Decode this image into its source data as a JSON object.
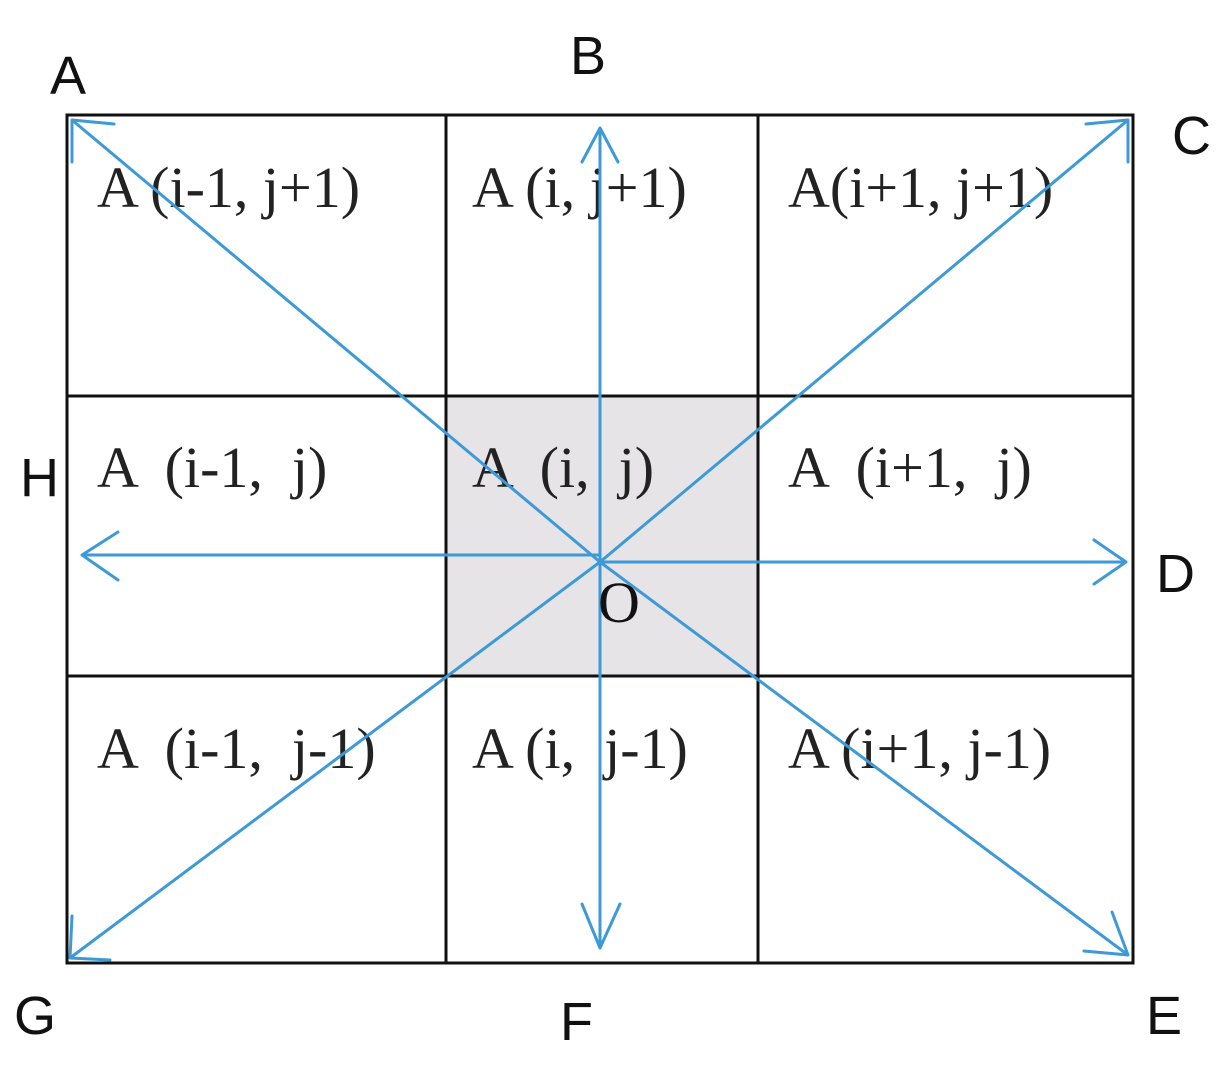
{
  "colors": {
    "grid": "#111111",
    "arrow": "#3d9ad6",
    "center_fill": "#e6e4e6",
    "text": "#222222"
  },
  "directions": {
    "A": "A",
    "B": "B",
    "C": "C",
    "D": "D",
    "E": "E",
    "F": "F",
    "G": "G",
    "H": "H"
  },
  "center_point": "O",
  "cells": {
    "top_left": "A (i-1, j+1)",
    "top_middle": "A (i, j+1)",
    "top_right": "A(i+1, j+1)",
    "middle_left": "A  (i-1,  j)",
    "middle_center": "A  (i,  j)",
    "middle_right": "A  (i+1,  j)",
    "bottom_left": "A  (i-1,  j-1)",
    "bottom_middle": "A (i,  j-1)",
    "bottom_right": "A (i+1, j-1)"
  }
}
